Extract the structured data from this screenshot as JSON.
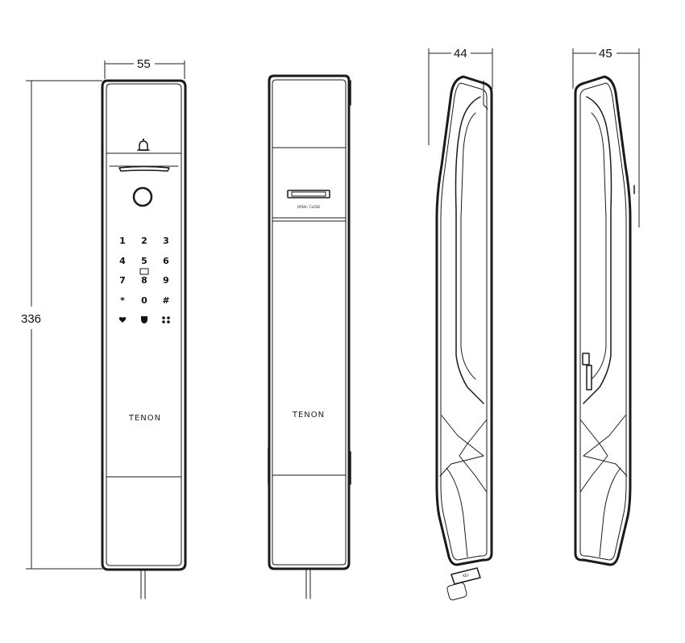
{
  "dimensions": {
    "front_width": "55",
    "height": "336",
    "side_depth_left": "44",
    "side_depth_right": "45"
  },
  "keypad": {
    "keys": [
      "1",
      "2",
      "3",
      "4",
      "5",
      "6",
      "7",
      "8",
      "9",
      "*",
      "0",
      "#"
    ],
    "function_icons": [
      "heart-icon",
      "shield-icon",
      "fan-icon"
    ]
  },
  "top_icon": "bell-icon",
  "fingerprint_icon": "fingerprint-ring-icon",
  "brand_front": "TENON",
  "brand_back": "TENON",
  "back_button_label": "OPEN / CLOSE",
  "side_key_label": "KEY"
}
